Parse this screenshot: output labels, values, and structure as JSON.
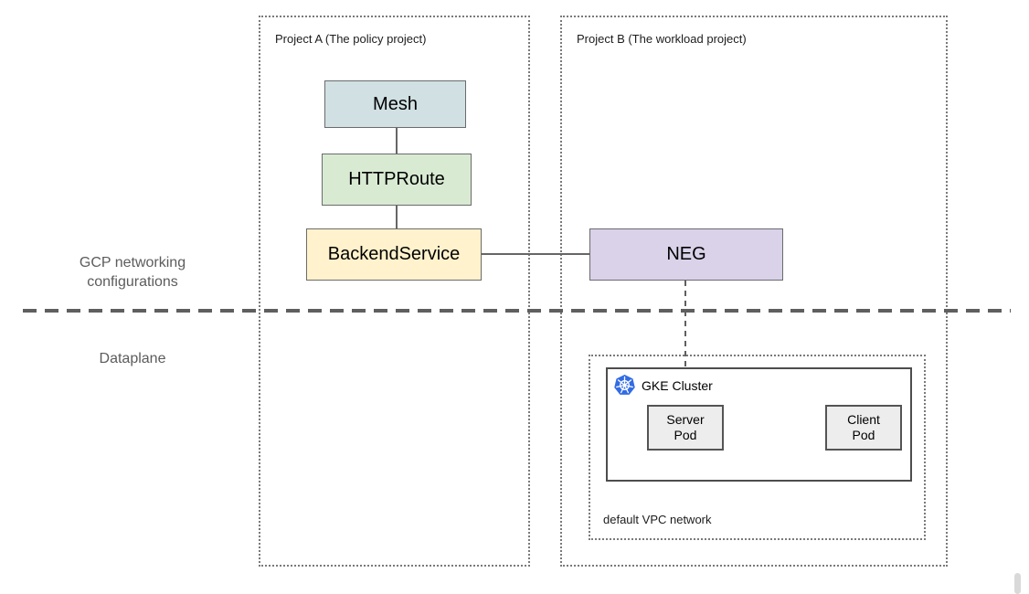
{
  "projects": {
    "a": {
      "label": "Project A (The policy project)"
    },
    "b": {
      "label": "Project B (The workload project)"
    }
  },
  "layer_labels": {
    "gcp": "GCP networking configurations",
    "dataplane": "Dataplane"
  },
  "nodes": {
    "mesh": {
      "label": "Mesh",
      "fill": "#d0e0e3"
    },
    "httproute": {
      "label": "HTTPRoute",
      "fill": "#d9ead3"
    },
    "backend_service": {
      "label": "BackendService",
      "fill": "#fff2cc"
    },
    "neg": {
      "label": "NEG",
      "fill": "#d9d2e9"
    }
  },
  "dataplane": {
    "vpc_label": "default VPC network",
    "gke_cluster": {
      "label": "GKE Cluster",
      "icon": "kubernetes-helm-wheel-icon",
      "icon_color": "#326ce5"
    },
    "pods": {
      "server": "Server\nPod",
      "client": "Client\nPod"
    }
  },
  "colors": {
    "connector": "#666666",
    "dashed_separator": "#5f5f5f",
    "dotted_border": "#7a7a7a",
    "muted_text": "#5c5c5c"
  }
}
